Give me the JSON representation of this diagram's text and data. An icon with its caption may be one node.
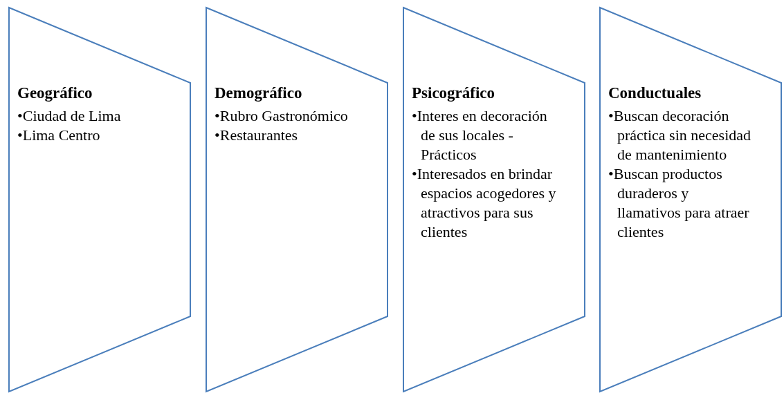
{
  "diagram": {
    "nodes": [
      {
        "text": [
          "Geográfico",
          "•Ciudad de Lima",
          "•Lima Centro"
        ]
      },
      {
        "text": [
          "Demográfico",
          "•Rubro Gastronómico",
          "•Restaurantes"
        ]
      },
      {
        "text": [
          "Psicográfico",
          "•Interes en decoración de sus locales -Prácticos",
          "•Interesados en brindar espacios acogedores y atractivos para sus clientes"
        ]
      },
      {
        "text": [
          "Conductuales",
          "•Buscan decoración práctica sin necesidad de mantenimiento",
          "•Buscan productos duraderos y llamativos para atraer clientes"
        ]
      }
    ],
    "edges": []
  }
}
